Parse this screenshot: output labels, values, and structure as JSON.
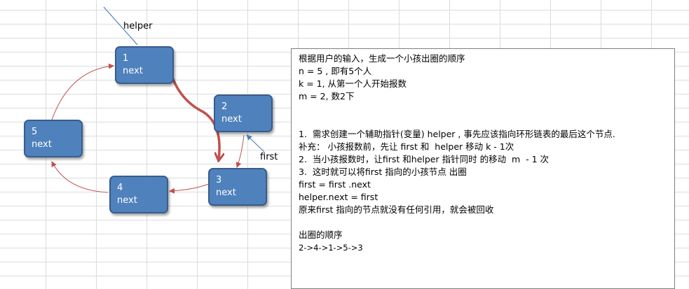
{
  "nodes": [
    {
      "num": "1",
      "label": "next"
    },
    {
      "num": "2",
      "label": "next"
    },
    {
      "num": "3",
      "label": "next"
    },
    {
      "num": "4",
      "label": "next"
    },
    {
      "num": "5",
      "label": "next"
    }
  ],
  "pointers": {
    "helper": "helper",
    "first": "first"
  },
  "colors": {
    "node_fill": "#4f81bd",
    "node_border": "#385d8a",
    "link_arrow": "#c0504d",
    "move_arrow": "#c0504d",
    "pointer_line": "#4f81bd"
  },
  "text_box": {
    "lines": [
      "根据用户的输入，生成一个小孩出圈的顺序",
      "n = 5 , 即有5个人",
      "k = 1, 从第一个人开始报数",
      "m = 2, 数2下",
      "",
      "",
      "1.  需求创建一个辅助指针(变量) helper , 事先应该指向环形链表的最后这个节点.",
      "补充： 小孩报数前，先让 first 和  helper 移动 k - 1次",
      "2.  当小孩报数时，让first 和helper 指针同时 的移动  m  - 1 次",
      "3.  这时就可以将first 指向的小孩节点 出圈",
      "first = first .next",
      "helper.next = first",
      "原来first 指向的节点就没有任何引用，就会被回收",
      "",
      "出圈的顺序",
      "2->4->1->5->3"
    ]
  }
}
